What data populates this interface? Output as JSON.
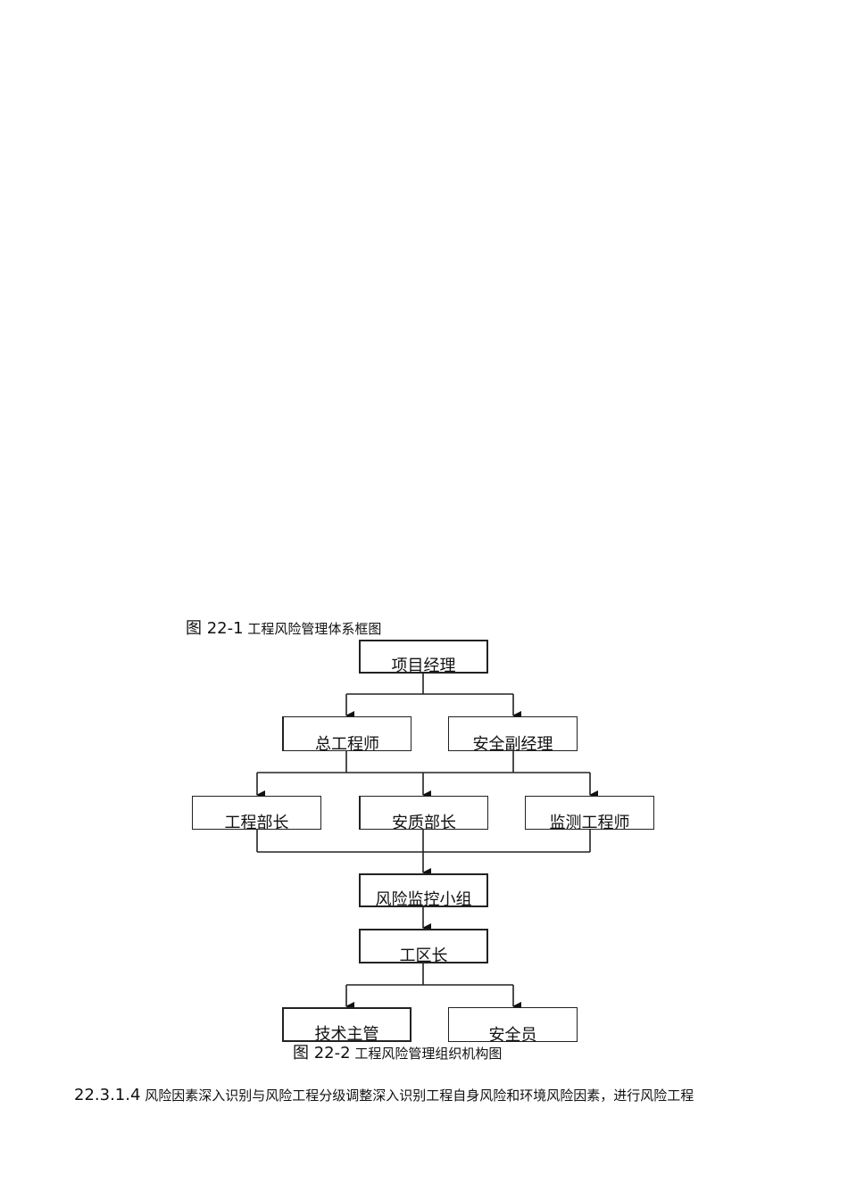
{
  "figure1": {
    "caption_num": "图 22-1",
    "caption_text": "工程风险管理体系框图"
  },
  "org_chart": {
    "nodes": {
      "project_manager": "项目经理",
      "chief_engineer": "总工程师",
      "safety_deputy_manager": "安全副经理",
      "engineering_head": "工程部长",
      "safety_quality_head": "安质部长",
      "monitoring_engineer": "监测工程师",
      "risk_control_group": "风险监控小组",
      "work_area_head": "工区长",
      "technical_supervisor": "技术主管",
      "safety_officer": "安全员"
    }
  },
  "figure2": {
    "caption_num": "图 22-2",
    "caption_text": "工程风险管理组织机构图"
  },
  "paragraph": {
    "section_number": "22.3.1.4",
    "text": "风险因素深入识别与风险工程分级调整深入识别工程自身风险和环境风险因素，进行风险工程"
  }
}
